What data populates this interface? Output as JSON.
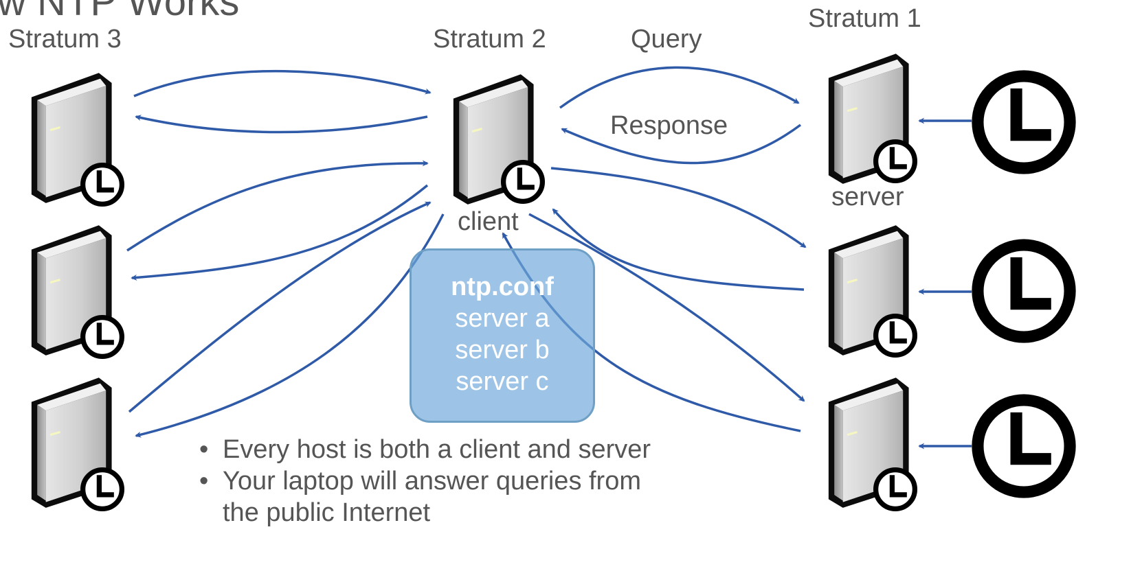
{
  "slide": {
    "title": "w NTP Works"
  },
  "tiers": {
    "stratum3": "Stratum 3",
    "stratum2": "Stratum 2",
    "stratum1": "Stratum 1"
  },
  "labels": {
    "query": "Query",
    "response": "Response",
    "client": "client",
    "server": "server"
  },
  "ntp_conf": {
    "heading": "ntp.conf",
    "lines": [
      "server a",
      "server b",
      "server c"
    ]
  },
  "bullets": {
    "items": [
      "Every host is both a client and server",
      "Your laptop will answer queries from"
    ],
    "continuation": "the public Internet",
    "marker": "•"
  },
  "colors": {
    "arrow": "#2f5aa8",
    "text": "#555555",
    "conf_fill": "#6ea8da",
    "clock": "#000000"
  },
  "icons": {
    "server": "server-tower-icon",
    "small_clock": "small-clock-icon",
    "big_clock": "reference-clock-icon"
  }
}
